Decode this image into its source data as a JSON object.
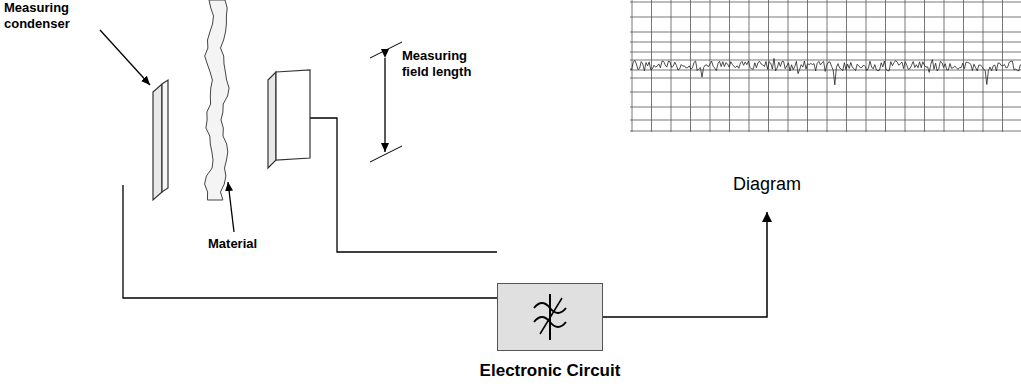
{
  "diagram": {
    "nodes": [
      {
        "text": [
          "Electronic Circuit"
        ]
      },
      {
        "text": [
          "Diagram"
        ]
      }
    ],
    "edges": [
      {
        "from": 0,
        "to": 1,
        "arrow": "to"
      }
    ],
    "labels": [
      "Measuring condenser",
      "Material",
      "Measuring field length"
    ]
  }
}
